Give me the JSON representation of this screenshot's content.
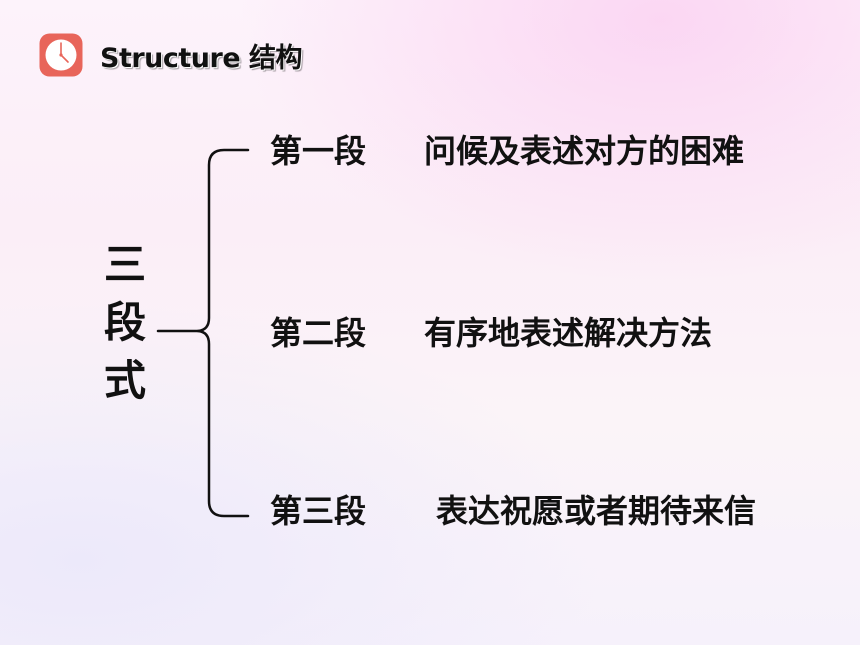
{
  "header": {
    "icon": "clock-icon",
    "title": "Structure 结构",
    "icon_color": "#e8655a"
  },
  "main": {
    "vertical_title": [
      "三",
      "段",
      "式"
    ],
    "sections": [
      {
        "label": "第一段",
        "description": "问候及表述对方的困难"
      },
      {
        "label": "第二段",
        "description": "有序地表述解决方法"
      },
      {
        "label": "第三段",
        "description": "表达祝愿或者期待来信"
      }
    ]
  }
}
